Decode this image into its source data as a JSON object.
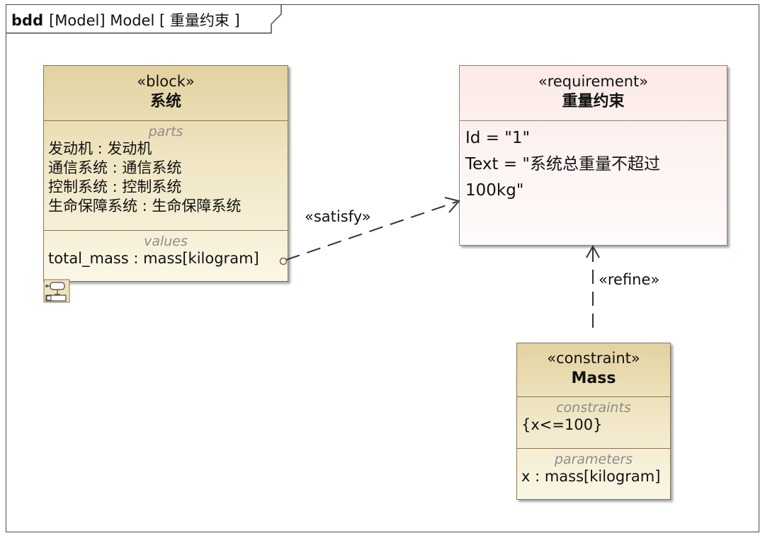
{
  "frame": {
    "keyword": "bdd",
    "label": "[Model] Model [ 重量约束 ]"
  },
  "block": {
    "stereotype": "«block»",
    "name": "系统",
    "parts_title": "parts",
    "parts": [
      "发动机 : 发动机",
      "通信系统 : 通信系统",
      "控制系统 : 控制系统",
      "生命保障系统 : 生命保障系统"
    ],
    "values_title": "values",
    "values": [
      "total_mass : mass[kilogram]"
    ]
  },
  "requirement": {
    "stereotype": "«requirement»",
    "name": "重量约束",
    "lines": [
      "Id = \"1\"",
      "Text = \"系统总重量不超过",
      "100kg\""
    ]
  },
  "constraint": {
    "stereotype": "«constraint»",
    "name": "Mass",
    "constraints_title": "constraints",
    "constraints": [
      "{x<=100}"
    ],
    "parameters_title": "parameters",
    "parameters": [
      "x : mass[kilogram]"
    ]
  },
  "relations": {
    "satisfy": "«satisfy»",
    "refine": "«refine»"
  },
  "colors": {
    "block_fill": "#f0e6c4",
    "requirement_fill": "#fdf4f2",
    "border": "#8a7656",
    "compartment_title": "#8c8c8c"
  }
}
